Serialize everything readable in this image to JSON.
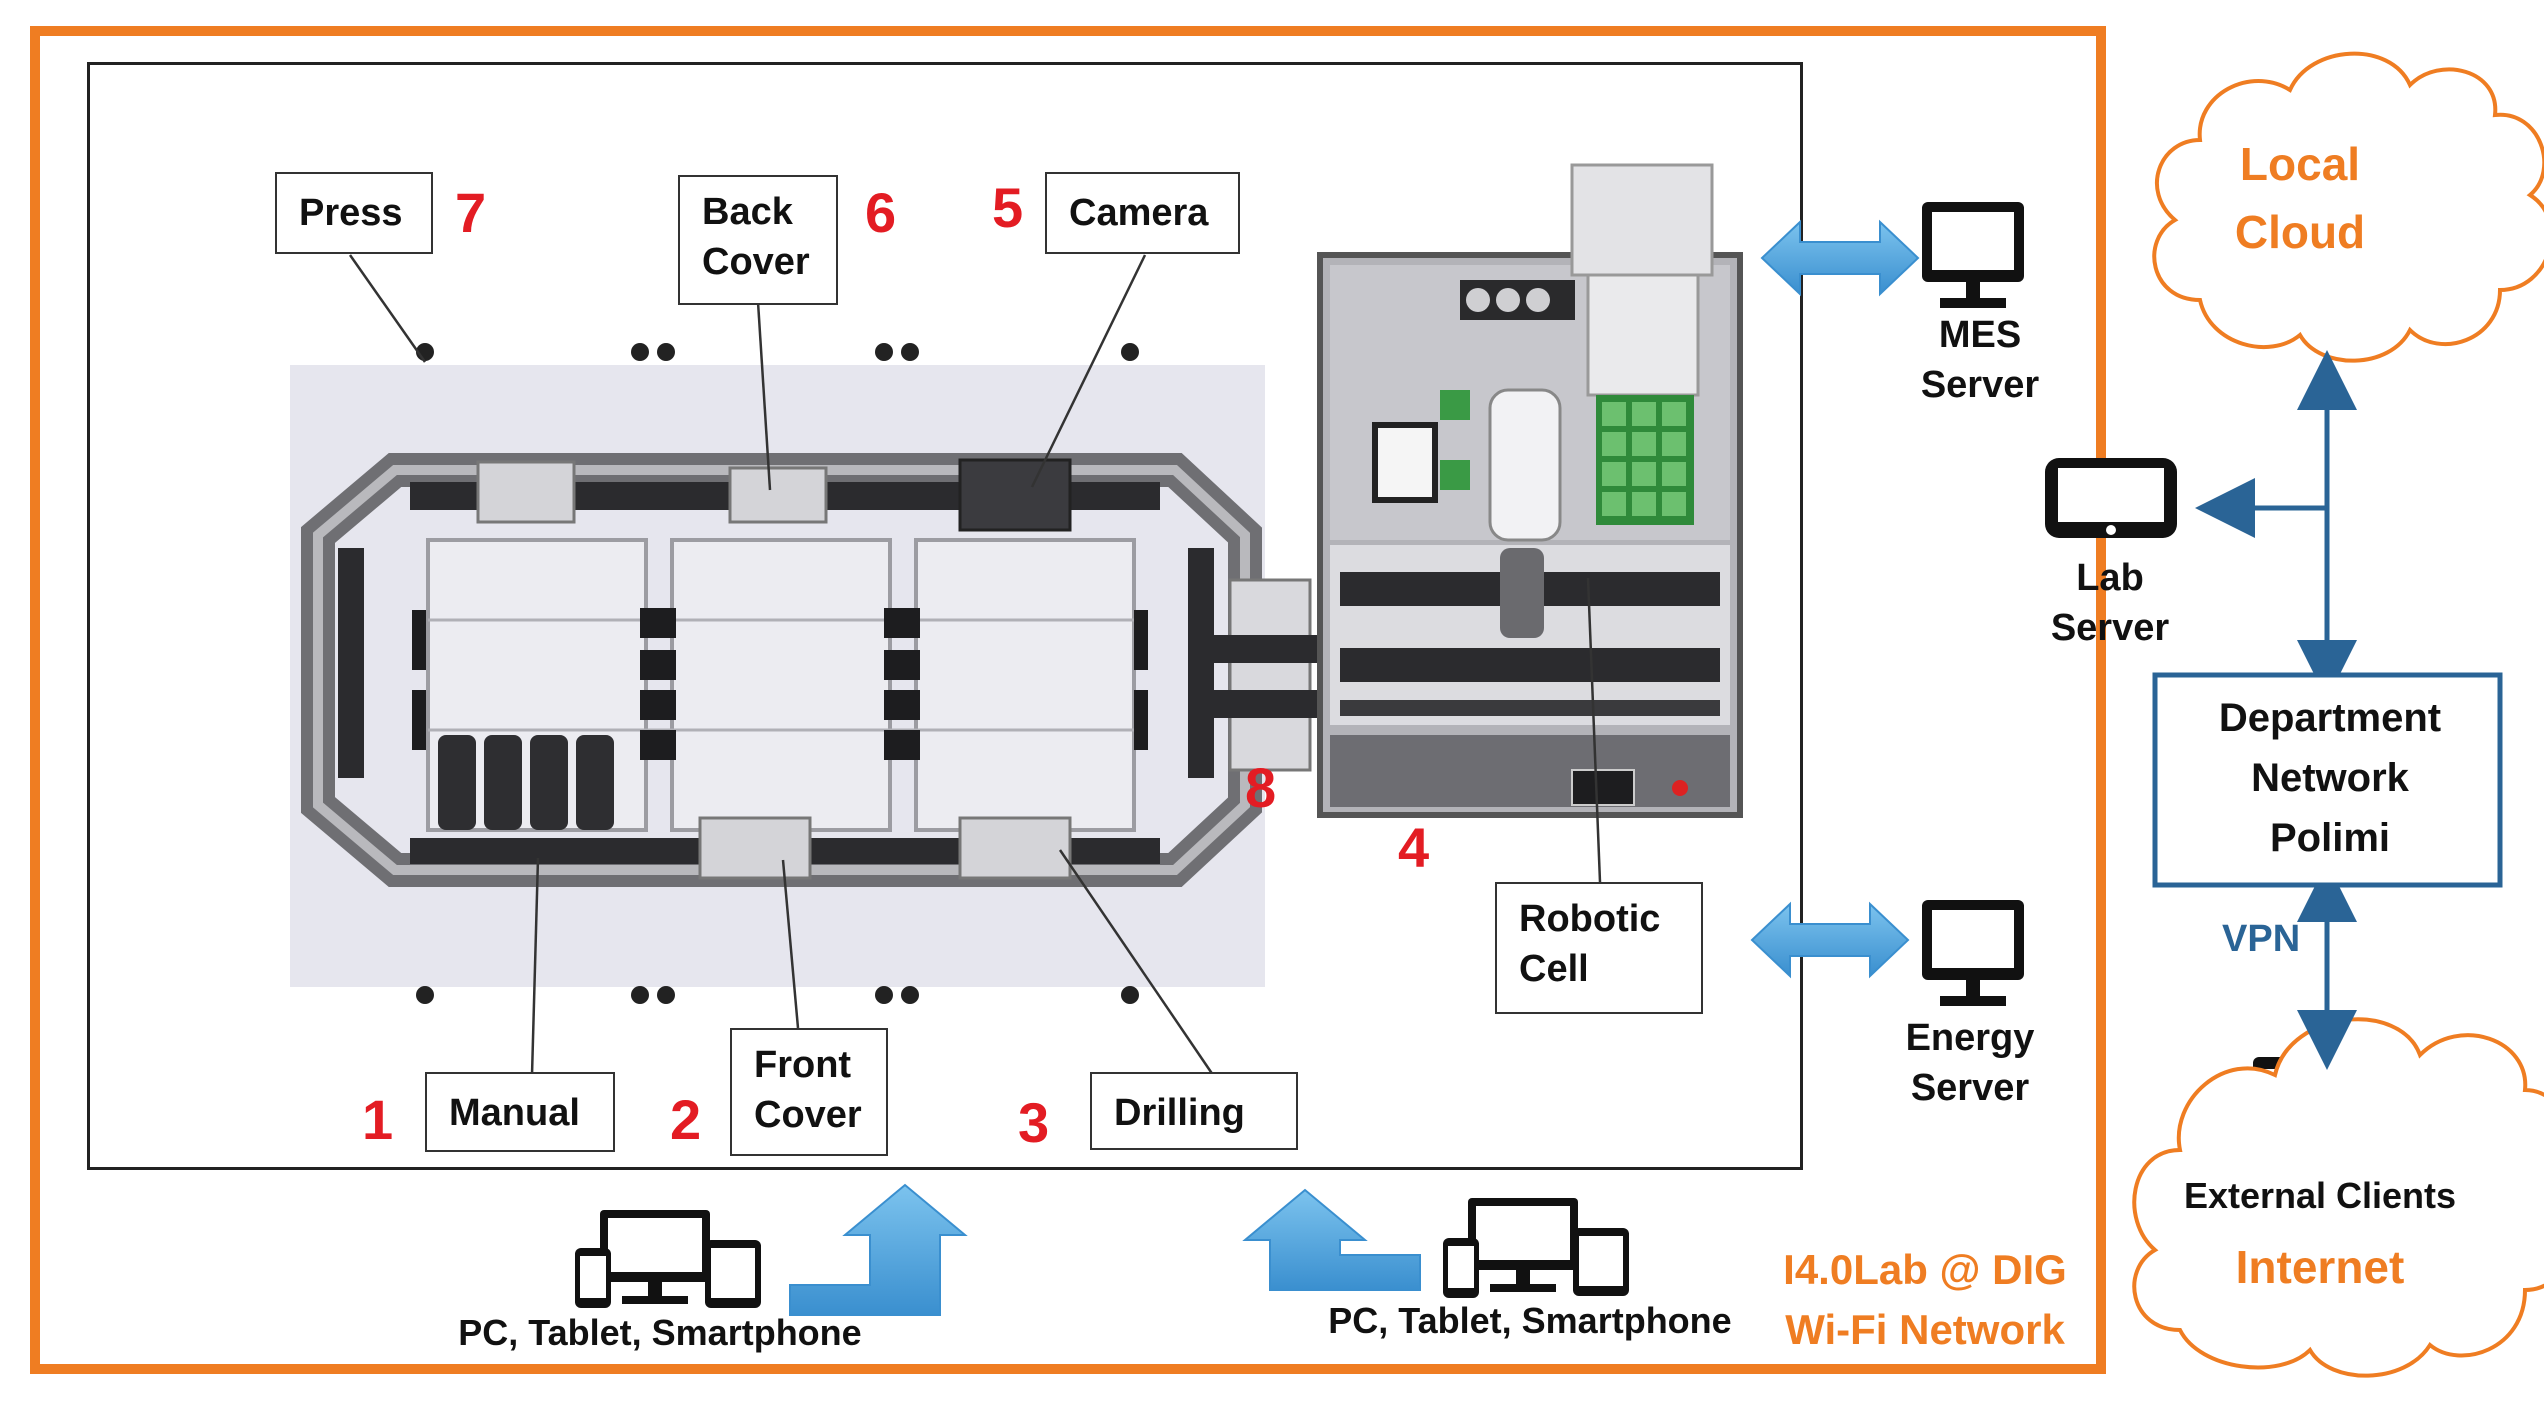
{
  "stations": {
    "press": {
      "label": "Press",
      "num": "7"
    },
    "back_cover": {
      "label_line1": "Back",
      "label_line2": "Cover",
      "num": "6"
    },
    "camera": {
      "label": "Camera",
      "num": "5"
    },
    "manual": {
      "label": "Manual",
      "num": "1"
    },
    "front_cover": {
      "label_line1": "Front",
      "label_line2": "Cover",
      "num": "2"
    },
    "drilling": {
      "label": "Drilling",
      "num": "3"
    },
    "robotic_cell": {
      "label_line1": "Robotic",
      "label_line2": "Cell",
      "num": "4"
    },
    "conveyor_8": {
      "num": "8"
    }
  },
  "servers": {
    "mes": {
      "line1": "MES",
      "line2": "Server"
    },
    "energy": {
      "line1": "Energy",
      "line2": "Server"
    },
    "lab": {
      "line1": "Lab",
      "line2": "Server"
    }
  },
  "clouds": {
    "local": {
      "line1": "Local",
      "line2": "Cloud"
    },
    "internet": {
      "label": "Internet",
      "clients": "External Clients"
    }
  },
  "network": {
    "department": {
      "line1": "Department",
      "line2": "Network",
      "line3": "Polimi"
    },
    "vpn": "VPN",
    "wifi_line1": "I4.0Lab @ DIG",
    "wifi_line2": "Wi-Fi Network"
  },
  "devices": {
    "left_caption": "PC, Tablet, Smartphone",
    "right_caption": "PC, Tablet, Smartphone"
  },
  "colors": {
    "accent_orange": "#ef7d22",
    "number_red": "#e31c23",
    "arrow_blue": "#4aa3df",
    "network_blue": "#2a6496"
  }
}
